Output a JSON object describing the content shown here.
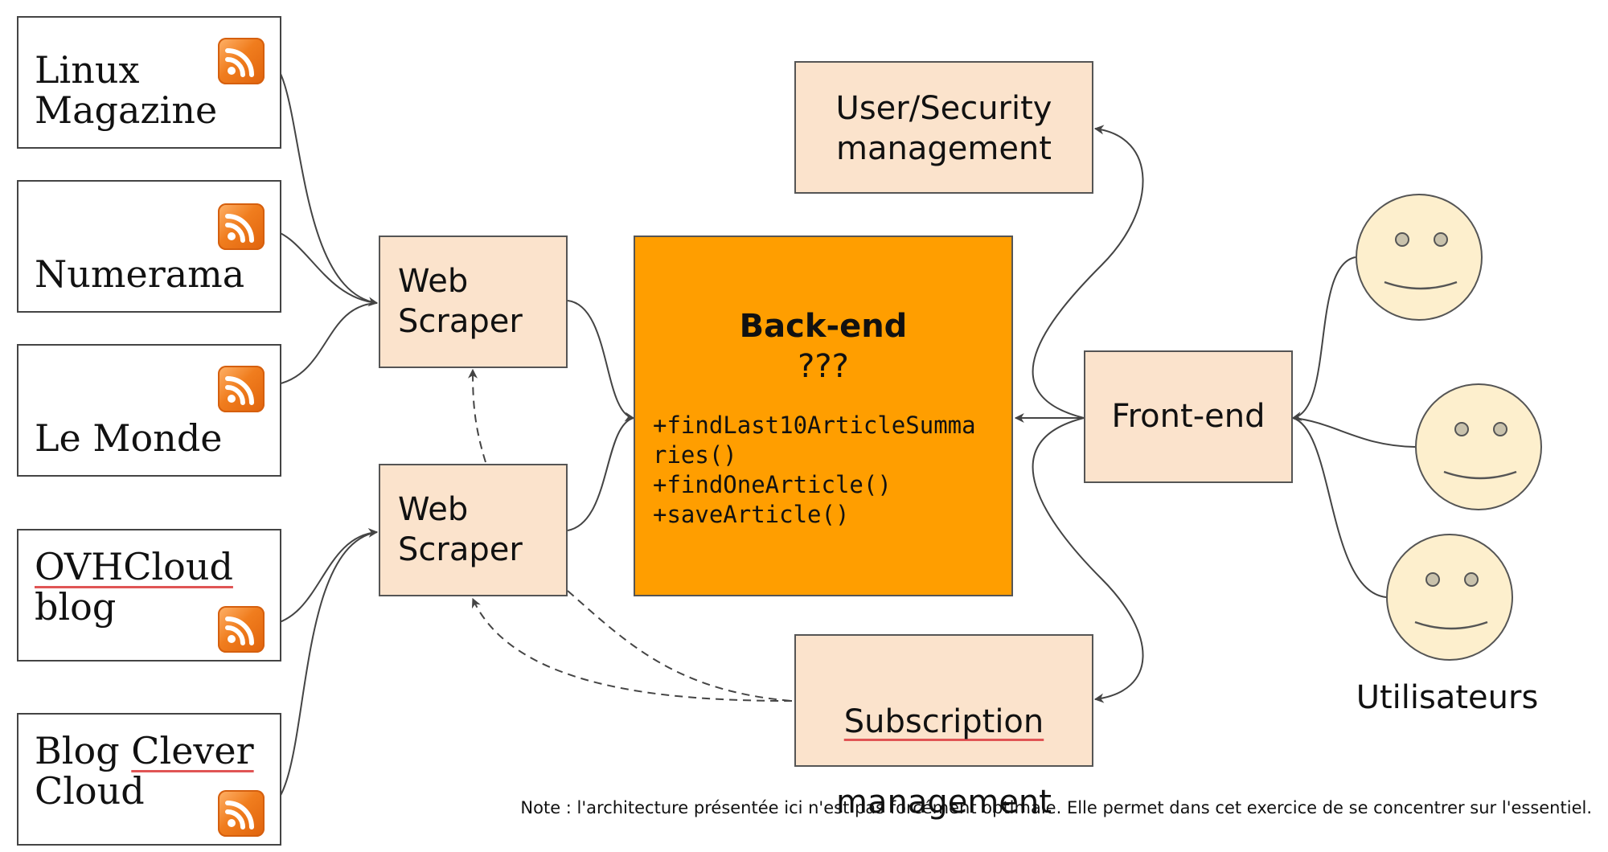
{
  "sources": [
    {
      "name": "Linux\nMagazine",
      "icon": "rss-feed-icon"
    },
    {
      "name": "Numerama",
      "icon": "rss-feed-icon"
    },
    {
      "name": "Le Monde",
      "icon": "rss-feed-icon"
    },
    {
      "first_word": "OVHCloud",
      "rest": "\nblog",
      "icon": "rss-feed-icon"
    },
    {
      "lead": "Blog ",
      "underlined": "Clever",
      "rest": "\nCloud",
      "icon": "rss-feed-icon"
    }
  ],
  "scrapers": [
    {
      "label": "Web\nScraper"
    },
    {
      "label": "Web\nScraper"
    }
  ],
  "backend": {
    "title": "Back-end",
    "subtitle": "???",
    "methods": [
      "+findLast10ArticleSumma",
      "ries()",
      "+findOneArticle()",
      "+saveArticle()"
    ]
  },
  "user_security": {
    "label": "User/Security\nmanagement"
  },
  "subscription": {
    "first_word": "Subscription",
    "second_line": "management"
  },
  "frontend": {
    "label": "Front-end"
  },
  "users": {
    "label": "Utilisateurs",
    "count": 3
  },
  "note": "Note : l'architecture présentée ici n'est pas forcément optimale. Elle permet dans cet exercice de se concentrer sur l'essentiel.",
  "colors": {
    "backend_fill": "#ff9e00",
    "component_fill": "#fbe3cc",
    "face_fill": "#fdefcd",
    "rss_orange": "#f07d1e",
    "spellcheck_underline": "#e05555",
    "connector": "#444444"
  }
}
